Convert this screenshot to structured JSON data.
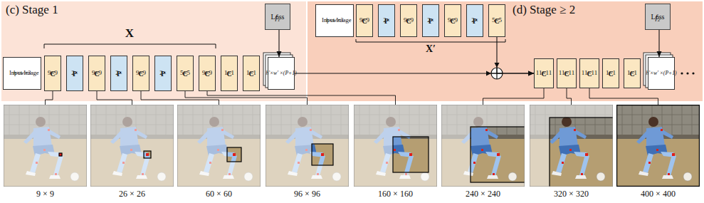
{
  "diagram": {
    "nodes": [
      {
        "text": [
          "(c) Stage 1"
        ]
      },
      {
        "text": [
          "Loss",
          "f₁"
        ],
        "in": 0
      },
      {
        "text": [
          "Input Image",
          "h×w×3"
        ],
        "in": 0
      },
      {
        "text": [
          "9×9",
          "C"
        ],
        "in": 0
      },
      {
        "text": [
          "2×",
          "P"
        ],
        "in": 0
      },
      {
        "text": [
          "9×9",
          "C"
        ],
        "in": 0
      },
      {
        "text": [
          "2×",
          "P"
        ],
        "in": 0
      },
      {
        "text": [
          "9×9",
          "C"
        ],
        "in": 0
      },
      {
        "text": [
          "2×",
          "P"
        ],
        "in": 0
      },
      {
        "text": [
          "5×5",
          "C"
        ],
        "in": 0
      },
      {
        "text": [
          "9×9",
          "C"
        ],
        "in": 0
      },
      {
        "text": [
          "1×1",
          "C"
        ],
        "in": 0
      },
      {
        "text": [
          "1×1",
          "C"
        ],
        "in": 0
      },
      {
        "text": [
          "h′×w′ ×(P+1)"
        ],
        "in": 0
      },
      {
        "text": [
          "(d) Stage ≥ 2"
        ]
      },
      {
        "text": [
          "Loss",
          "f₂"
        ],
        "in": 14
      },
      {
        "text": [
          "Input Image",
          "h×w×3"
        ],
        "in": 14
      },
      {
        "text": [
          "9×9",
          "C"
        ],
        "in": 14
      },
      {
        "text": [
          "2×",
          "P"
        ],
        "in": 14
      },
      {
        "text": [
          "9×9",
          "C"
        ],
        "in": 14
      },
      {
        "text": [
          "2×",
          "P"
        ],
        "in": 14
      },
      {
        "text": [
          "9×9",
          "C"
        ],
        "in": 14
      },
      {
        "text": [
          "2×",
          "P"
        ],
        "in": 14
      },
      {
        "text": [
          "5×5",
          "C"
        ],
        "in": 14
      },
      {
        "text": [
          "11×11",
          "C"
        ],
        "in": 14
      },
      {
        "text": [
          "11×11",
          "C"
        ],
        "in": 14
      },
      {
        "text": [
          "11×11",
          "C"
        ],
        "in": 14
      },
      {
        "text": [
          "1×1",
          "C"
        ],
        "in": 14
      },
      {
        "text": [
          "1×1",
          "C"
        ],
        "in": 14
      },
      {
        "text": [
          "h′×w′ ×(P+1)"
        ],
        "in": 14
      }
    ],
    "edges": [
      {
        "from": 1,
        "to": 13,
        "arrow": "to"
      },
      {
        "from": 13,
        "to": 24,
        "arrow": "to"
      },
      {
        "from": 23,
        "to": 24,
        "arrow": "to"
      },
      {
        "from": 15,
        "to": 29,
        "arrow": "to"
      }
    ],
    "labels": [
      "X",
      "X′",
      "9 × 9",
      "26 × 26",
      "60 × 60",
      "96 × 96",
      "160 × 160",
      "240 × 240",
      "320 × 320",
      "400 × 400"
    ]
  }
}
